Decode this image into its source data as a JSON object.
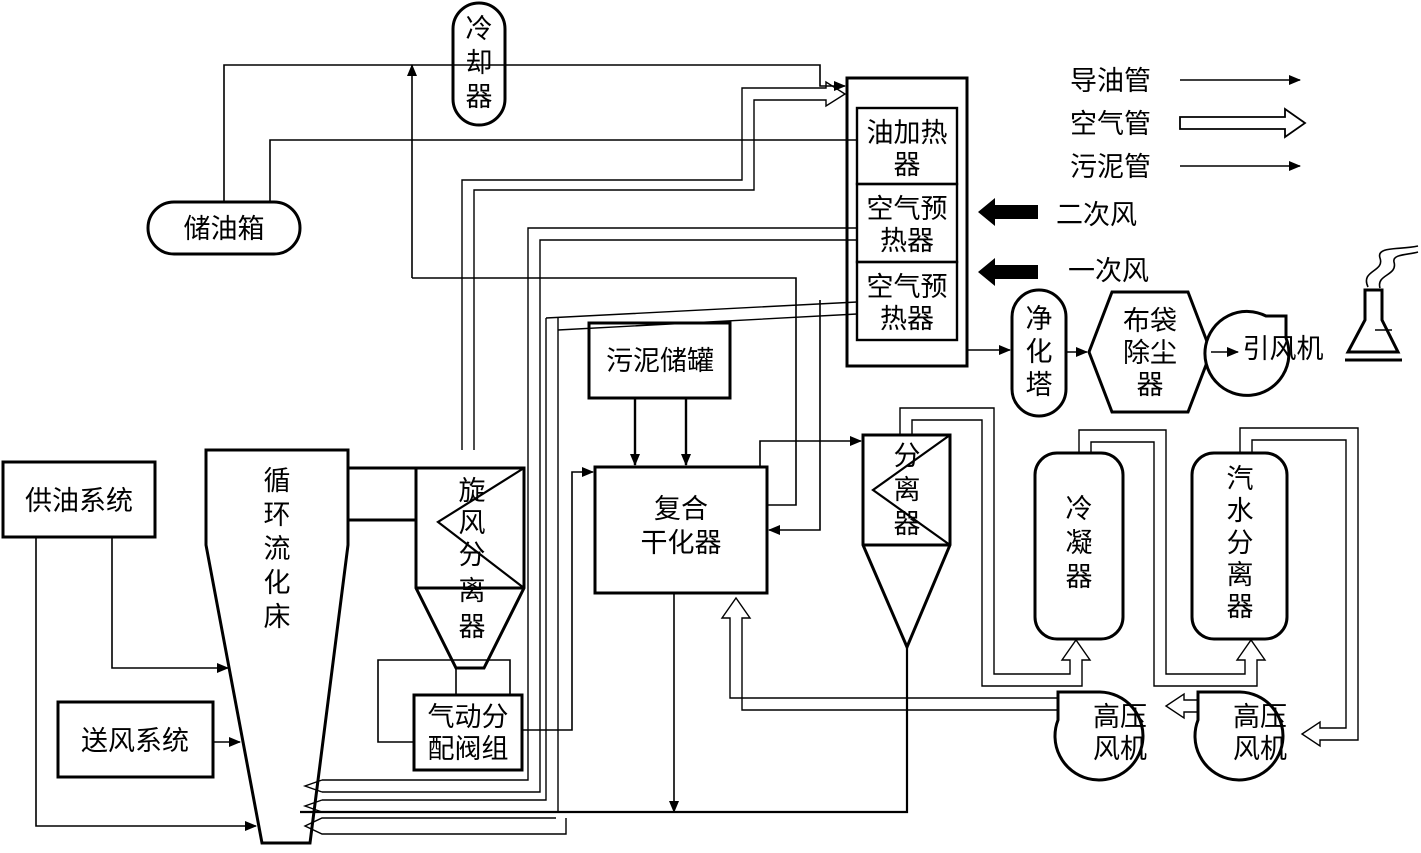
{
  "nodes": {
    "cooler": [
      "冷",
      "却",
      "器"
    ],
    "oil_tank": "储油箱",
    "oil_heater": [
      "油加热",
      "器"
    ],
    "air_preheater_1": [
      "空气预",
      "热器"
    ],
    "air_preheater_2": [
      "空气预",
      "热器"
    ],
    "secondary_air": "二次风",
    "primary_air": "一次风",
    "purification_tower": [
      "净",
      "化",
      "塔"
    ],
    "bag_filter": [
      "布袋",
      "除尘",
      "器"
    ],
    "induced_fan": "引风机",
    "sludge_tank": "污泥储罐",
    "oil_supply": "供油系统",
    "air_supply": "送风系统",
    "cfb": [
      "循",
      "环",
      "流",
      "化",
      "床"
    ],
    "cyclone": [
      "旋",
      "风",
      "分",
      "离",
      "器"
    ],
    "dryer": [
      "复合",
      "干化器"
    ],
    "separator": [
      "分",
      "离",
      "器"
    ],
    "condenser": [
      "冷",
      "凝",
      "器"
    ],
    "steam_water_separator": [
      "汽",
      "水",
      "分",
      "离",
      "器"
    ],
    "pneumatic_valve": [
      "气动分",
      "配阀组"
    ],
    "hp_fan_1": [
      "高压",
      "风机"
    ],
    "hp_fan_2": [
      "高压",
      "风机"
    ]
  },
  "legend": [
    {
      "label": "导油管",
      "style": "oil-arrow"
    },
    {
      "label": "空气管",
      "style": "air-arrow"
    },
    {
      "label": "污泥管",
      "style": "sludge-arrow"
    }
  ],
  "colors": {
    "line": "#000000",
    "background": "#ffffff"
  }
}
